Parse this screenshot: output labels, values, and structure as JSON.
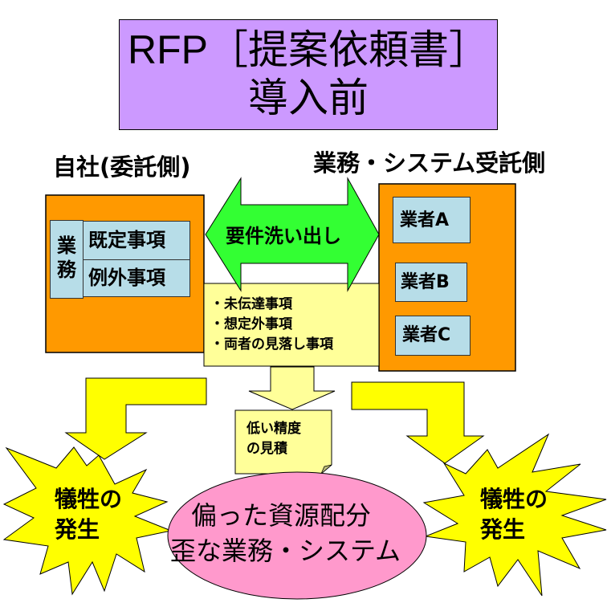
{
  "title": {
    "line1": "RFP［提案依頼書］",
    "line2": "導入前"
  },
  "client_side": {
    "label": "自社(委託側)",
    "business_label": "業務",
    "items": [
      "既定事項",
      "例外事項"
    ]
  },
  "vendor_side": {
    "label": "業務・システム受託側",
    "vendors": [
      "業者A",
      "業者B",
      "業者C"
    ]
  },
  "center_arrow": {
    "label": "要件洗い出し",
    "icon": "double-arrow-icon"
  },
  "gaps_note": {
    "items": [
      "・未伝達事項",
      "・想定外事項",
      "・両者の見落し事項"
    ]
  },
  "estimate_note": {
    "line1": "低い精度",
    "line2": "の見積"
  },
  "result_ellipse": {
    "line1": "偏った資源配分",
    "line2": "歪な業務・システム"
  },
  "left_burst": {
    "line1": "犠牲の",
    "line2": "発生"
  },
  "right_burst": {
    "line1": "犠牲の",
    "line2": "発生"
  },
  "colors": {
    "title_bg": "#cc99ff",
    "orange_box": "#ff9900",
    "cell_bg": "#b7dde8",
    "green_arrow": "#33ff33",
    "note_yellow": "#ffff99",
    "burst_yellow": "#ffff00",
    "ellipse_pink": "#ff99cc"
  }
}
